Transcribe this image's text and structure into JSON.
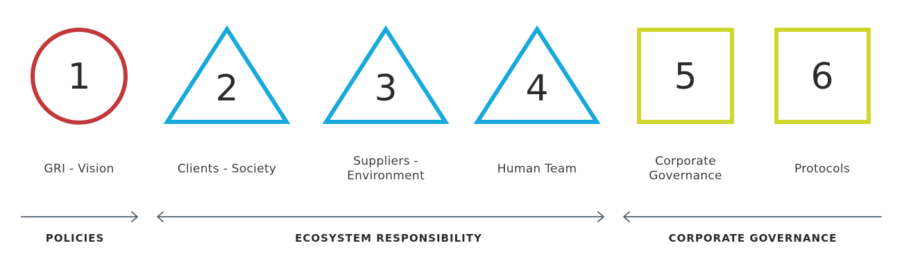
{
  "colors": {
    "policies": "#c1393b",
    "ecosystem": "#17a9dc",
    "governance": "#cfd72d",
    "arrow": "#4e5d68",
    "text": "#2b2b2b"
  },
  "items": [
    {
      "number": "1",
      "shape": "circle",
      "label": "GRI - Vision"
    },
    {
      "number": "2",
      "shape": "triangle",
      "label": "Clients - Society"
    },
    {
      "number": "3",
      "shape": "triangle",
      "label": "Suppliers -\nEnvironment"
    },
    {
      "number": "4",
      "shape": "triangle",
      "label": "Human Team"
    },
    {
      "number": "5",
      "shape": "square",
      "label": "Corporate\nGovernance"
    },
    {
      "number": "6",
      "shape": "square",
      "label": "Protocols"
    }
  ],
  "categories": [
    {
      "label": "POLICIES"
    },
    {
      "label": "ECOSYSTEM RESPONSIBILITY"
    },
    {
      "label": "CORPORATE GOVERNANCE"
    }
  ]
}
